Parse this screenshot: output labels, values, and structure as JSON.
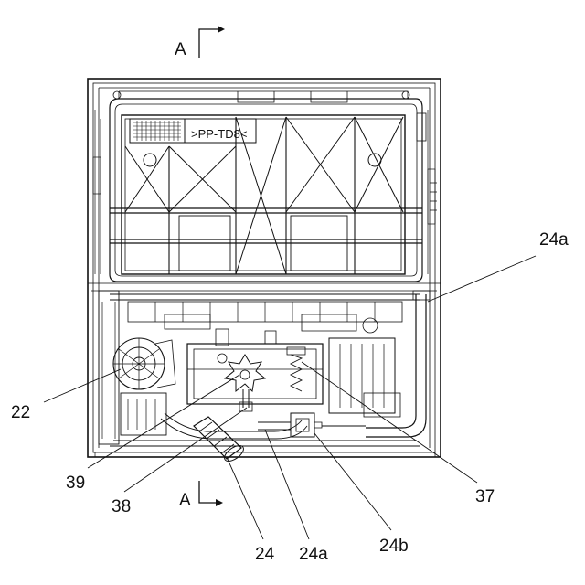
{
  "section_marks": {
    "top": "A",
    "bottom": "A"
  },
  "panel_marking": ">PP-TD8<",
  "reference_labels": {
    "r24a_upper": "24a",
    "r22": "22",
    "r39": "39",
    "r38": "38",
    "r37": "37",
    "r24": "24",
    "r24a_lower": "24a",
    "r24b": "24b"
  }
}
